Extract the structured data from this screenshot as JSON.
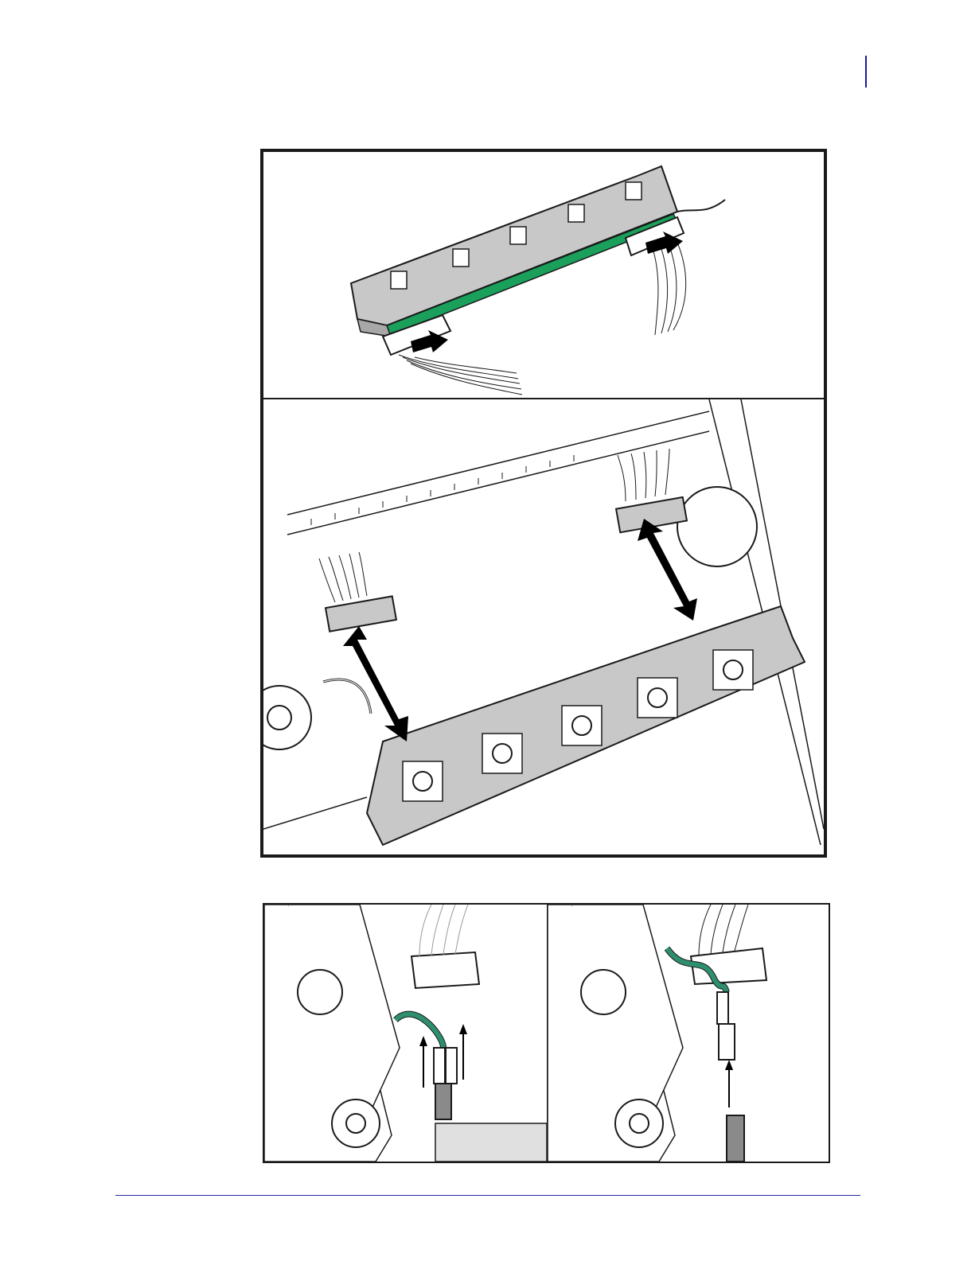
{
  "page": {
    "accent_color": "#1a1aa0",
    "rule_color": "#2a2aa8"
  },
  "figures": [
    {
      "id": "printhead-removed",
      "depicts": "printhead-assembly-with-cables"
    },
    {
      "id": "cable-connectors",
      "depicts": "printhead-cable-connection"
    },
    {
      "id": "ground-lead-before",
      "depicts": "ground-wire-disconnect"
    },
    {
      "id": "ground-lead-after",
      "depicts": "ground-wire-disconnect"
    }
  ],
  "colors": {
    "line": "#1a1a1a",
    "part_gray": "#c8c8c8",
    "dark_gray": "#8a8a8a",
    "circuit_green": "#1aa05a",
    "wire_green": "#2e8f6e",
    "arrow_black": "#000000"
  }
}
